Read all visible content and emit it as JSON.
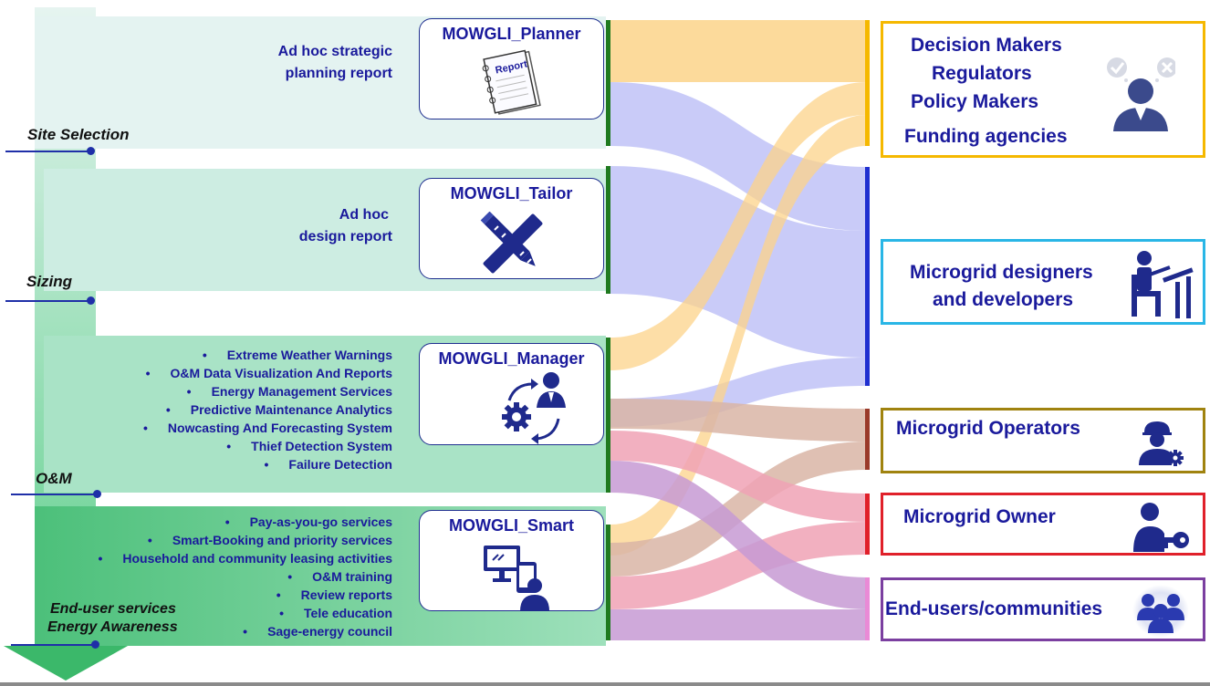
{
  "stages": [
    {
      "label": "Site Selection"
    },
    {
      "label": "Sizing"
    },
    {
      "label": "O&M"
    },
    {
      "label": "End-user services"
    },
    {
      "label": "Energy Awareness"
    }
  ],
  "reports": {
    "planner_line1": "Ad hoc strategic",
    "planner_line2": "planning report",
    "tailor_line1": "Ad hoc",
    "tailor_line2": "design report"
  },
  "manager_services": [
    "Extreme Weather Warnings",
    "O&M Data Visualization And Reports",
    "Energy Management Services",
    "Predictive Maintenance Analytics",
    "Nowcasting And Forecasting System",
    "Thief Detection System",
    "Failure Detection"
  ],
  "smart_services": [
    "Pay-as-you-go services",
    "Smart-Booking and priority services",
    "Household and community leasing activities",
    "O&M training",
    "Review reports",
    "Tele education",
    "Sage-energy council"
  ],
  "tools": {
    "planner": {
      "title": "MOWGLI_Planner",
      "icon_text": "Report",
      "icon": "report-notebook-icon"
    },
    "tailor": {
      "title": "MOWGLI_Tailor",
      "icon": "pencil-ruler-icon"
    },
    "manager": {
      "title": "MOWGLI_Manager",
      "icon": "manager-gear-icon"
    },
    "smart": {
      "title": "MOWGLI_Smart",
      "icon": "smart-devices-user-icon"
    }
  },
  "stakeholders": {
    "decision": {
      "lines": [
        "Decision Makers",
        "Regulators",
        "Policy Makers",
        "Funding agencies"
      ],
      "color": "#f5b800",
      "icon": "decision-maker-icon"
    },
    "designers": {
      "lines": [
        "Microgrid designers",
        "and developers"
      ],
      "color": "#29b6e6",
      "icon": "designer-desk-icon"
    },
    "operators": {
      "lines": [
        "Microgrid Operators"
      ],
      "color": "#a0830f",
      "icon": "engineer-gear-icon"
    },
    "owner": {
      "lines": [
        "Microgrid Owner"
      ],
      "color": "#e0202a",
      "icon": "owner-key-icon"
    },
    "endusers": {
      "lines": [
        "End-users/communities"
      ],
      "color": "#7b3fa0",
      "icon": "community-group-icon"
    }
  },
  "flow_colors": {
    "orange": "#fcd38a",
    "blue": "#bfc2f7",
    "brown": "#d9b5a6",
    "pink": "#f0a2b5",
    "purple": "#c79ad3",
    "green_bar": "#1f7a1f"
  }
}
